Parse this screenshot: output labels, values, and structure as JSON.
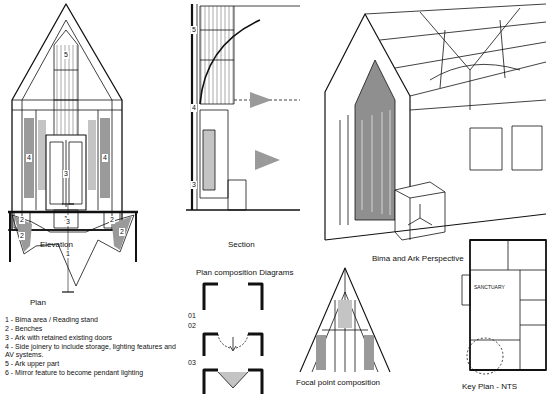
{
  "diagram": {
    "labels": [
      "Elevation",
      "5",
      "4",
      "4",
      "3",
      "2",
      "1",
      "2",
      "Section",
      "5",
      "4",
      "3",
      "Bima and Ark Perspective",
      "Plan",
      "3",
      "2",
      "1",
      "2",
      "1 - Bima area / Reading stand",
      "2 - Benches",
      "3 - Ark with retained existing doors",
      "4 - Side joinery to include storage, lighting features and AV systems.",
      "5 - Ark upper part",
      "6 - Mirror feature to become pendant lighting",
      "Plan composition Diagrams",
      "01",
      "02",
      "03",
      "Focal point composition",
      "SANCTUARY",
      "Key Plan - NTS"
    ]
  }
}
